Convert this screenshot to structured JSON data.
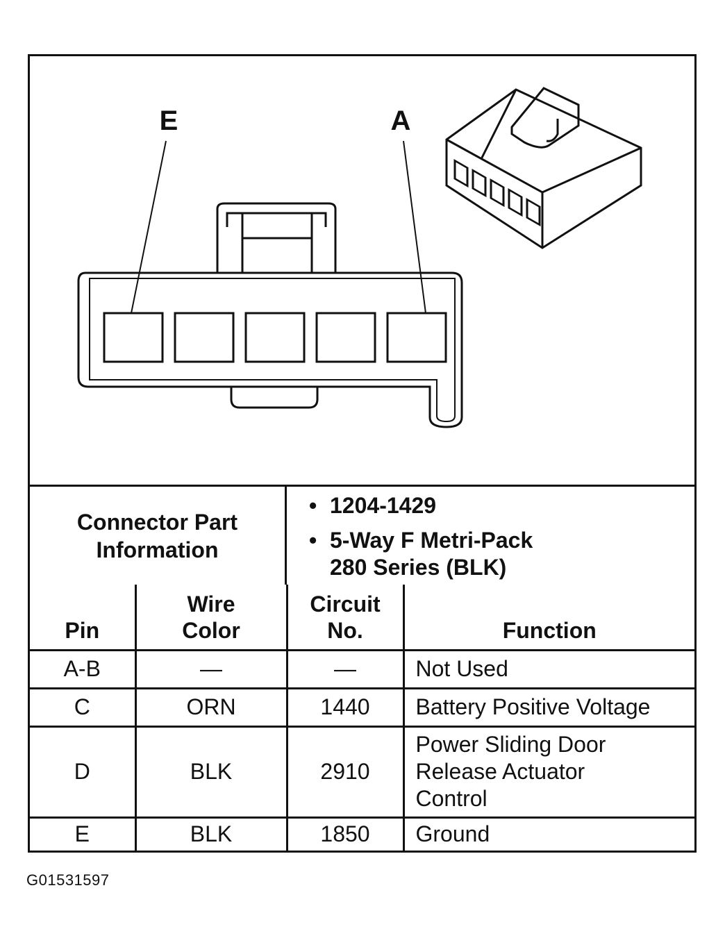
{
  "diagram": {
    "label_left": "E",
    "label_right": "A"
  },
  "connector_info": {
    "heading_line1": "Connector Part",
    "heading_line2": "Information",
    "bullet_symbol": "•",
    "part_number": "1204-1429",
    "description_line1": "5-Way F Metri-Pack",
    "description_line2": "280 Series (BLK)"
  },
  "pin_table": {
    "headers": {
      "pin": "Pin",
      "wire_color_line1": "Wire",
      "wire_color_line2": "Color",
      "circuit_line1": "Circuit",
      "circuit_line2": "No.",
      "function": "Function"
    },
    "rows": [
      {
        "pin": "A-B",
        "wire_color": "—",
        "circuit": "—",
        "function_lines": [
          "Not Used"
        ]
      },
      {
        "pin": "C",
        "wire_color": "ORN",
        "circuit": "1440",
        "function_lines": [
          "Battery Positive Voltage"
        ]
      },
      {
        "pin": "D",
        "wire_color": "BLK",
        "circuit": "2910",
        "function_lines": [
          "Power Sliding Door",
          "Release Actuator",
          "Control"
        ]
      },
      {
        "pin": "E",
        "wire_color": "BLK",
        "circuit": "1850",
        "function_lines": [
          "Ground"
        ]
      }
    ]
  },
  "figure_id": "G01531597"
}
